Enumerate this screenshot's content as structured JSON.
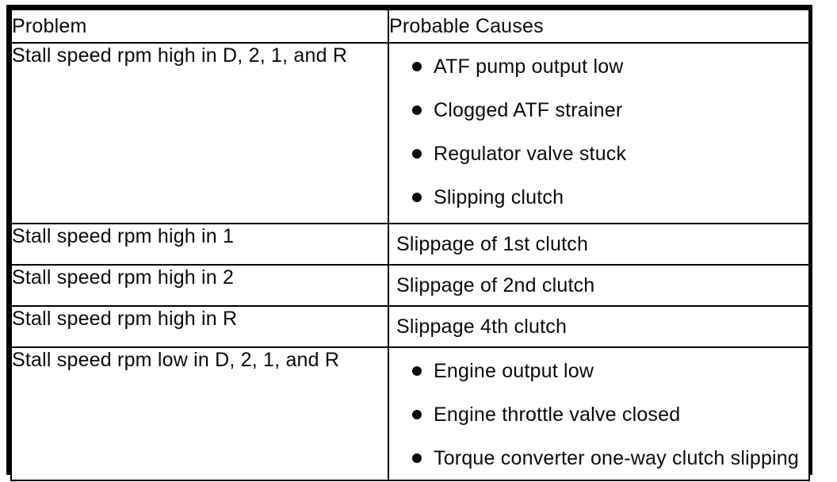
{
  "table": {
    "headers": {
      "problem": "Problem",
      "causes": "Probable Causes"
    },
    "rows": [
      {
        "problem": "Stall speed rpm high in D, 2, 1, and R",
        "bulleted": true,
        "causes": [
          "ATF pump output low",
          "Clogged ATF strainer",
          "Regulator valve stuck",
          "Slipping clutch"
        ]
      },
      {
        "problem": "Stall speed rpm high in 1",
        "bulleted": false,
        "causes": [
          "Slippage of 1st clutch"
        ]
      },
      {
        "problem": "Stall speed rpm high in 2",
        "bulleted": false,
        "causes": [
          "Slippage of 2nd clutch"
        ]
      },
      {
        "problem": "Stall speed rpm high in R",
        "bulleted": false,
        "causes": [
          "Slippage 4th clutch"
        ]
      },
      {
        "problem": "Stall speed rpm low in D, 2, 1, and R",
        "bulleted": true,
        "causes": [
          "Engine output low",
          "Engine throttle valve closed",
          "Torque converter one-way clutch slipping"
        ]
      }
    ],
    "colors": {
      "border": "#000000",
      "text": "#0a0a0a",
      "background": "#ffffff"
    }
  }
}
